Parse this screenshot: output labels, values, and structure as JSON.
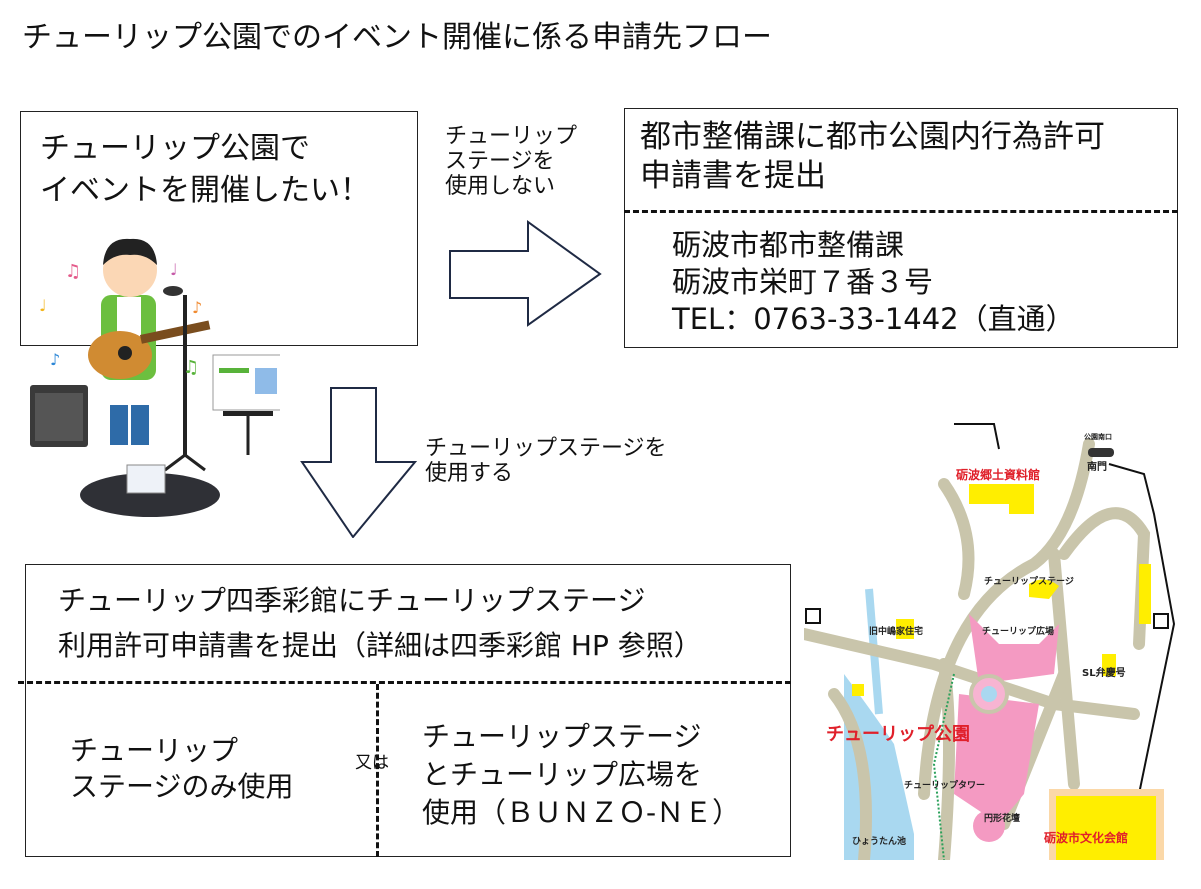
{
  "title": "チューリップ公園でのイベント開催に係る申請先フロー",
  "start": {
    "text": "チューリップ公園で\nイベントを開催したい！",
    "illustration": "singer-with-guitar-illustration"
  },
  "branch_no_stage": {
    "label": "チューリップ\nステージを\n使用しない",
    "arrow": "right-arrow-icon"
  },
  "branch_stage": {
    "label": "チューリップステージを\n使用する",
    "arrow": "down-arrow-icon"
  },
  "city_planning": {
    "heading": "都市整備課に都市公園内行為許可\n申請書を提出",
    "contact": [
      "砺波市都市整備課",
      "砺波市栄町７番３号",
      "TEL：0763-33-1442（直通）"
    ]
  },
  "stage_application": {
    "heading": "チューリップ四季彩館にチューリップステージ\n利用許可申請書を提出（詳細は四季彩館 HP 参照）",
    "option_left": "チューリップ\nステージのみ使用",
    "or_label": "又は",
    "option_right": "チューリップステージ\nとチューリップ広場を\n使用（ＢＵＮＺＯ-ＮＥ）"
  },
  "map": {
    "colors": {
      "road": "#c9c5ab",
      "plaza": "#f49ac2",
      "building": "#ffee00",
      "water": "#a9d8f0",
      "label_red": "#e0202a"
    },
    "labels": {
      "museum": "砺波郷土資料館",
      "bus_stop": "公園南口",
      "south_gate": "南門",
      "stage": "チューリップステージ",
      "old_house": "旧中嶋家住宅",
      "plaza": "チューリップ広場",
      "sl": "SL弁慶号",
      "park": "チューリップ公園",
      "tower": "チューリップタワー",
      "flowerbed": "円形花壇",
      "pond": "ひょうたん池",
      "hall": "砺波市文化会館"
    }
  }
}
